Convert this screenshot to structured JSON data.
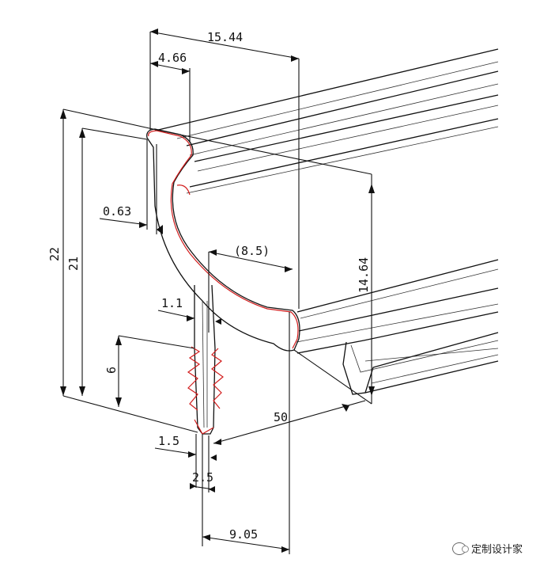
{
  "dimensions": {
    "d_15_44": "15.44",
    "d_4_66": "4.66",
    "d_22": "22",
    "d_21": "21",
    "d_0_63": "0.63",
    "d_8_5": "(8.5)",
    "d_14_64": "14.64",
    "d_1_1": "1.1",
    "d_6": "6",
    "d_50": "50",
    "d_1_5": "1.5",
    "d_2_5": "2.5",
    "d_9_05": "9.05"
  },
  "watermark": {
    "text": "定制设计家"
  }
}
